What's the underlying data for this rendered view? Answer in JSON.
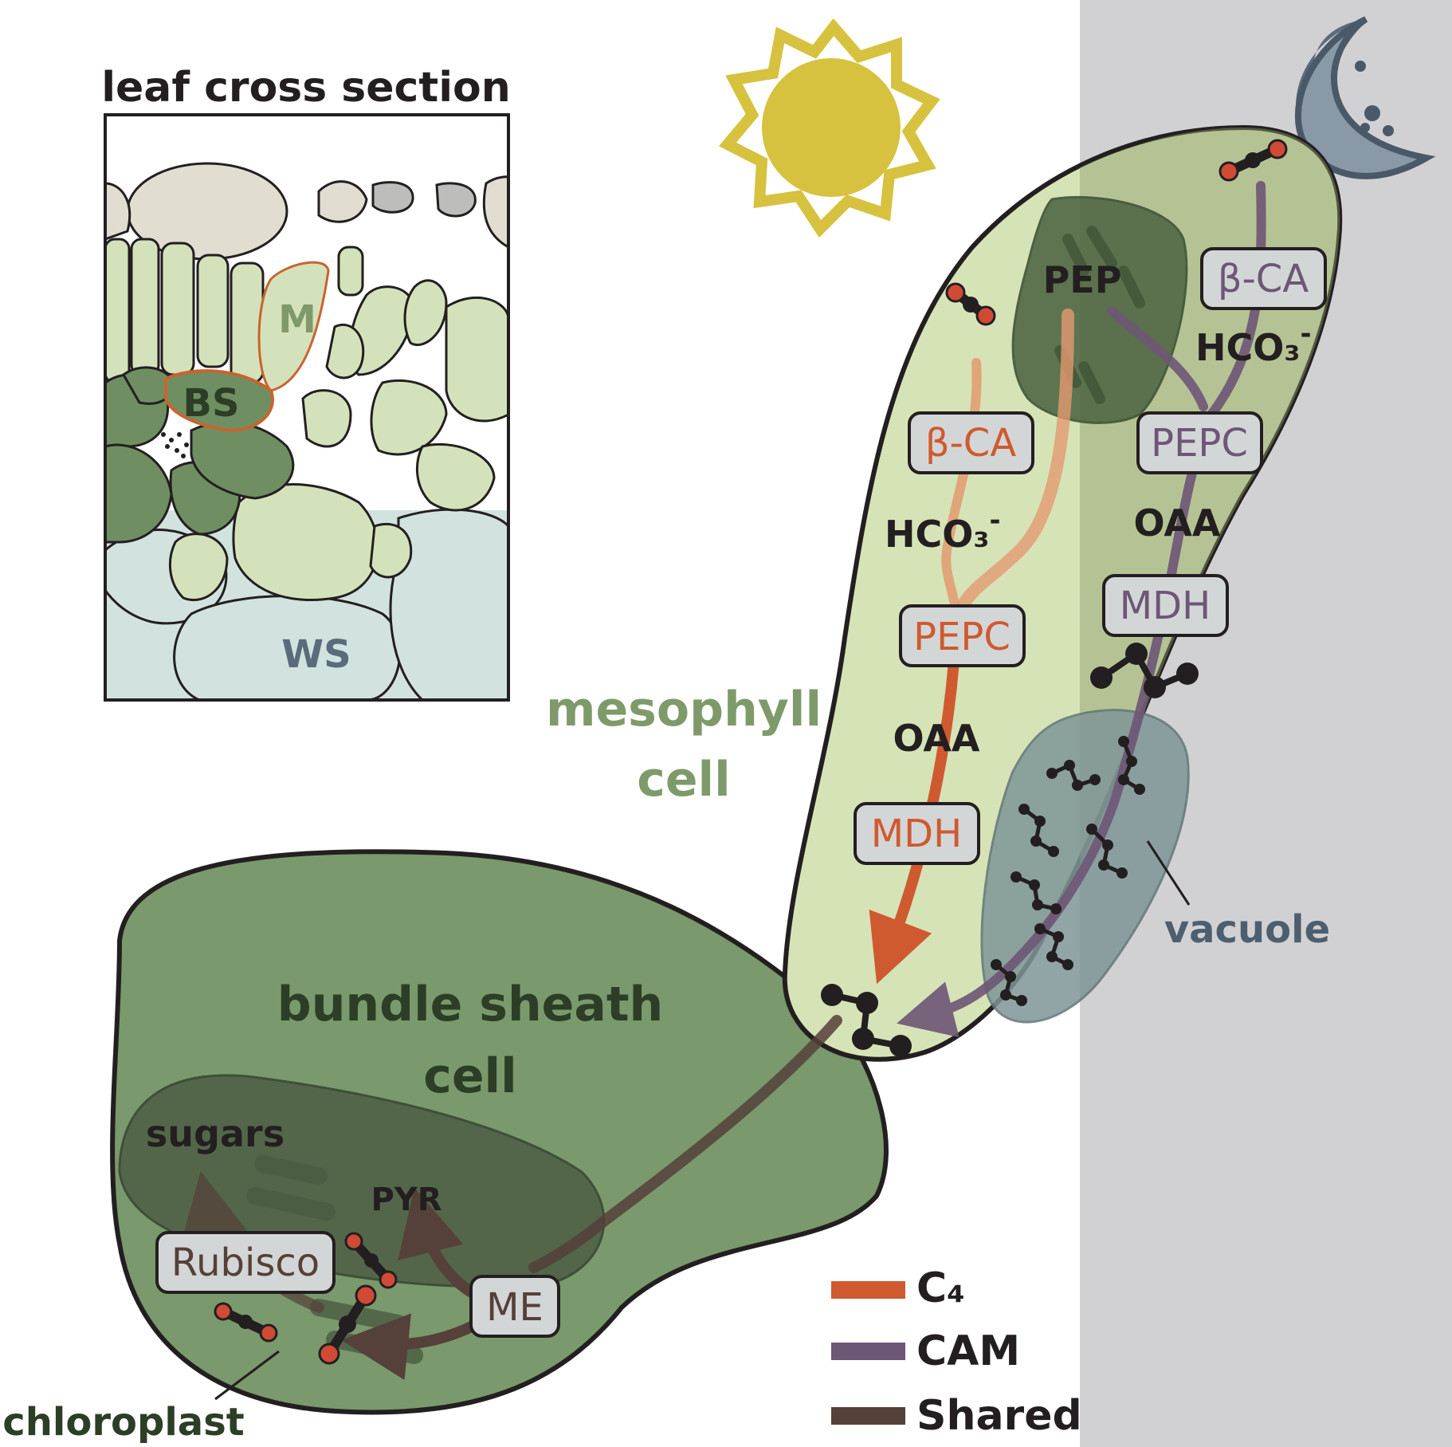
{
  "colors": {
    "c4": "#cf5a30",
    "cam": "#6e5676",
    "shared": "#55403a",
    "night_panel": "#d1d1d3",
    "mesophyll_fill": "#d6e3b7",
    "bundle_sheath_fill": "#7a996c",
    "chloroplast_fill": "#53664a",
    "vacuole_fill": "#7f9697",
    "sun": "#d6c23f",
    "moon": "#5a6b7c",
    "enzyme_box": "#d3d6d6"
  },
  "icons": {
    "sun": "sun-icon",
    "moon": "moon-icon",
    "co2": "co2-molecule-icon",
    "malate": "malate-molecule-icon"
  },
  "inset": {
    "title": "leaf cross section",
    "label_m": "M",
    "label_bs": "BS",
    "label_ws": "WS"
  },
  "mesophyll": {
    "title_line1": "mesophyll",
    "title_line2": "cell",
    "c4_pathway": {
      "enzyme_1": "β-CA",
      "intermediate_1": "HCO₃",
      "intermediate_1_charge": "-",
      "enzyme_2": "PEPC",
      "intermediate_2": "OAA",
      "enzyme_3": "MDH"
    },
    "cam_pathway": {
      "enzyme_1": "β-CA",
      "intermediate_1": "HCO₃",
      "intermediate_1_charge": "-",
      "enzyme_2": "PEPC",
      "intermediate_2": "OAA",
      "enzyme_3": "MDH"
    },
    "pep_label": "PEP",
    "vacuole_label": "vacuole"
  },
  "bundle_sheath": {
    "title_line1": "bundle sheath",
    "title_line2": "cell",
    "chloroplast_label": "chloroplast",
    "sugars_label": "sugars",
    "pyr_label": "PYR",
    "rubisco_label": "Rubisco",
    "me_label": "ME"
  },
  "legend": [
    {
      "label": "C₄",
      "color": "#cf5a30"
    },
    {
      "label": "CAM",
      "color": "#6e5676"
    },
    {
      "label": "Shared",
      "color": "#55403a"
    }
  ]
}
